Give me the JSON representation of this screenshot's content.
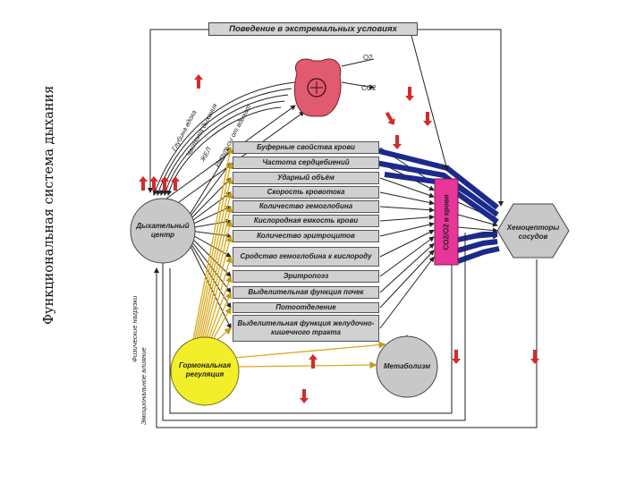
{
  "page_title": "Функциональная система дыхания",
  "top_box": "Поведение в экстремальных условиях",
  "parameters": [
    "Буферные свойства крови",
    "Частота сердцебиений",
    "Ударный объём",
    "Скорость кровотока",
    "Количество гемоглобина",
    "Кислородная емкость крови",
    "Количество эритроцитов",
    "Сродство гемоглобина к кислороду",
    "Эритропоэз",
    "Выделительная функция почек",
    "Потоотделение",
    "Выделительная функция желудочно-кишечного тракта"
  ],
  "nodes": {
    "respiratory_center": "Дыхательный центр",
    "hormonal_regulation": "Гормональная регуляция",
    "metabolism": "Метаболизм",
    "chemoreceptors": "Хемоцепторы сосудов"
  },
  "blood_box": "CO2/O2 в крови",
  "lung_labels": {
    "o2": "O2",
    "co2": "CO2"
  },
  "breathing_labels": [
    "Глубина вдоха",
    "Частота дыхания",
    "ЖЕЛ",
    "Импульсы от вдыхат"
  ],
  "side_labels": [
    "Физические нагрузки",
    "Эмоциональное влияние"
  ],
  "colors": {
    "red_arrow": "#d42a2a",
    "blue_arrow": "#1c2a8c",
    "pink_box": "#e8359a",
    "hormonal": "#f2ee2a",
    "yellow_line": "#d8aa1a",
    "lung": "#e05a70",
    "box_fill": "#d0d0d0"
  }
}
